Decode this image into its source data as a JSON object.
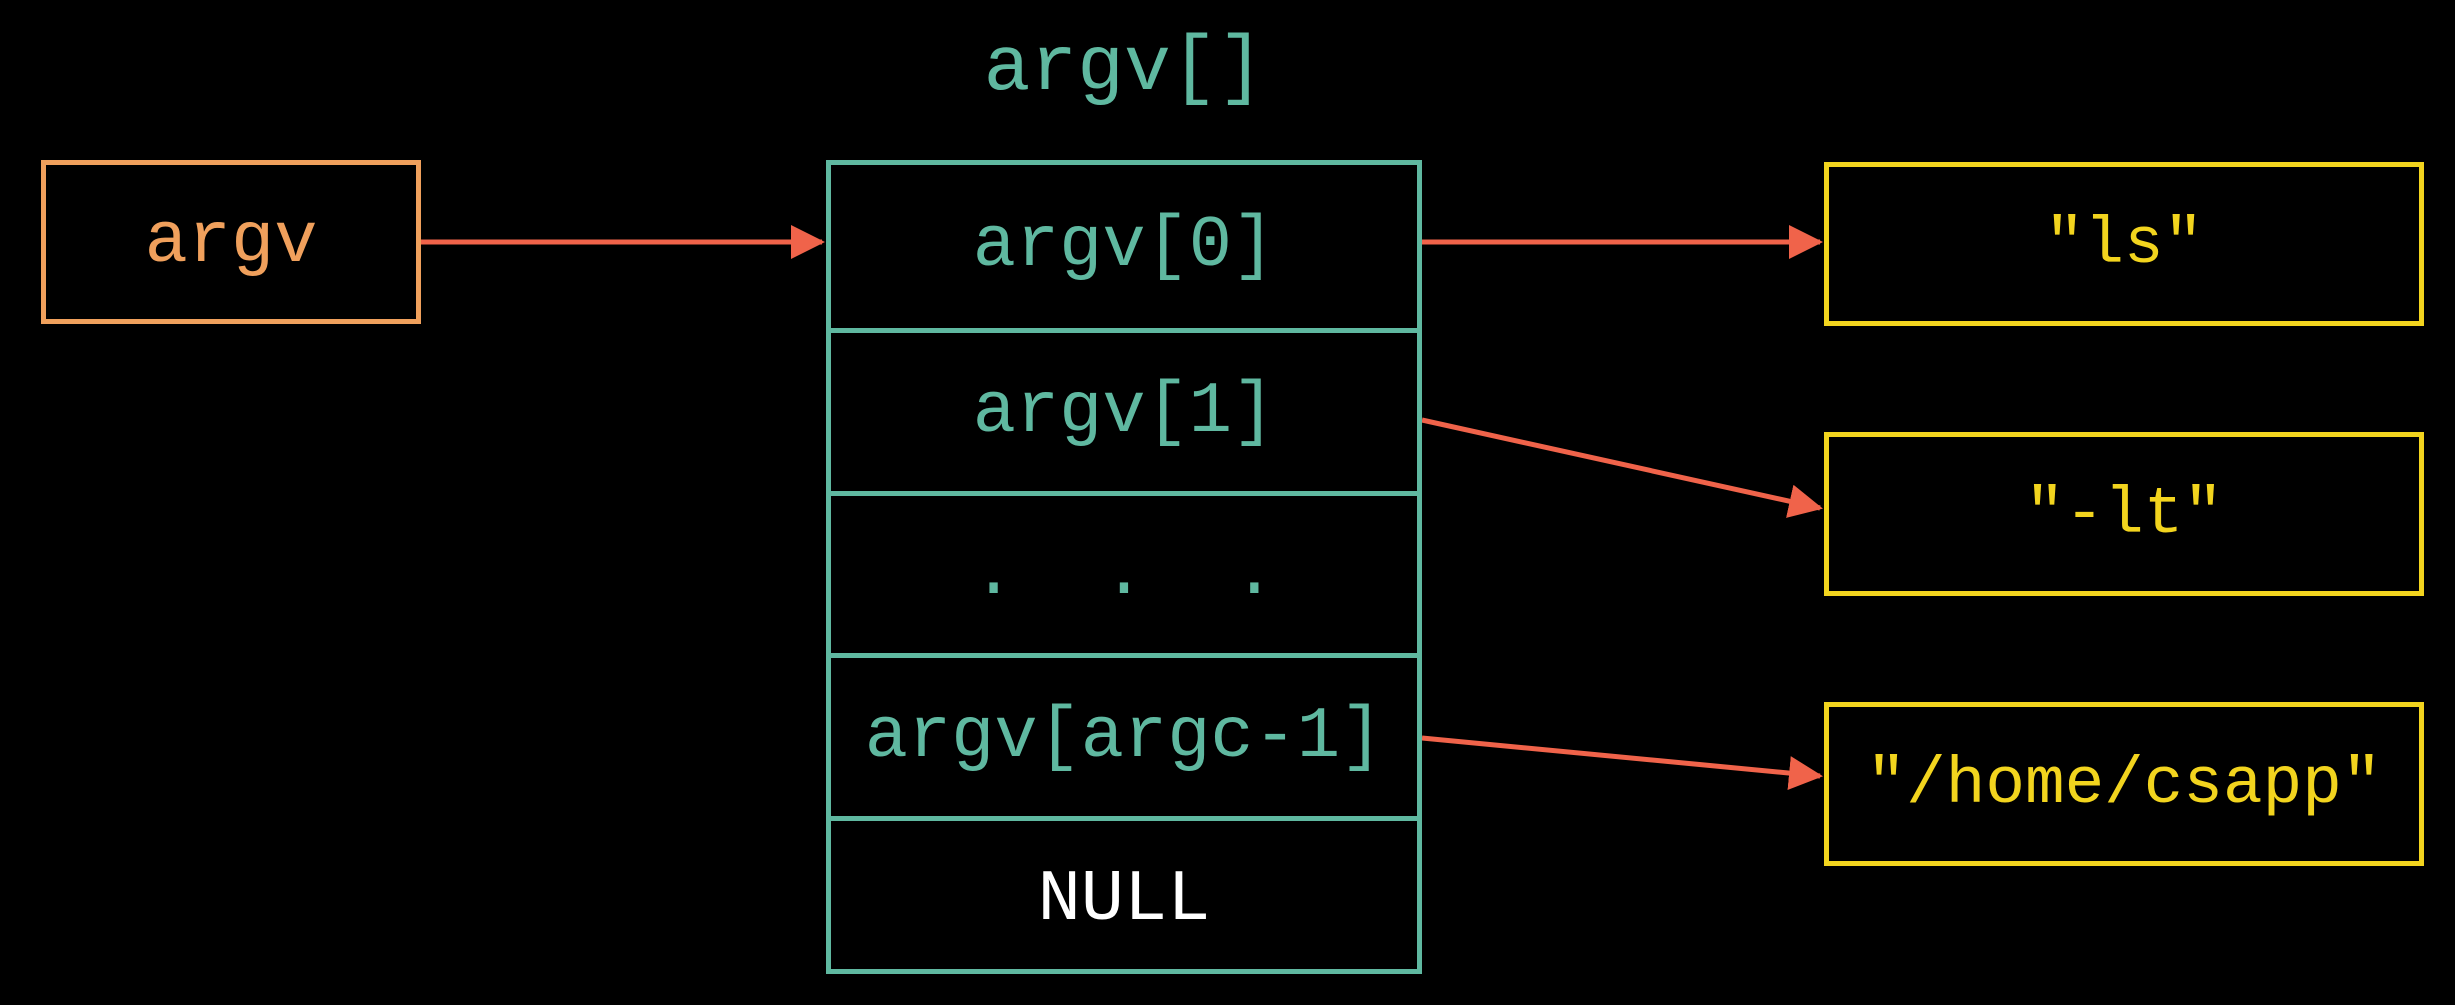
{
  "diagram": {
    "pointer_label": "argv",
    "array_title": "argv[]",
    "array_cells": [
      "argv[0]",
      "argv[1]",
      ". . .",
      "argv[argc-1]",
      "NULL"
    ],
    "strings": [
      "\"ls\"",
      "\"-lt\"",
      "\"/home/csapp\""
    ]
  },
  "colors": {
    "background": "#000000",
    "pointer": "#f0a05c",
    "array": "#5fb8a0",
    "strings": "#f2d41e",
    "arrows": "#f0634a",
    "null_text": "#ffffff"
  }
}
